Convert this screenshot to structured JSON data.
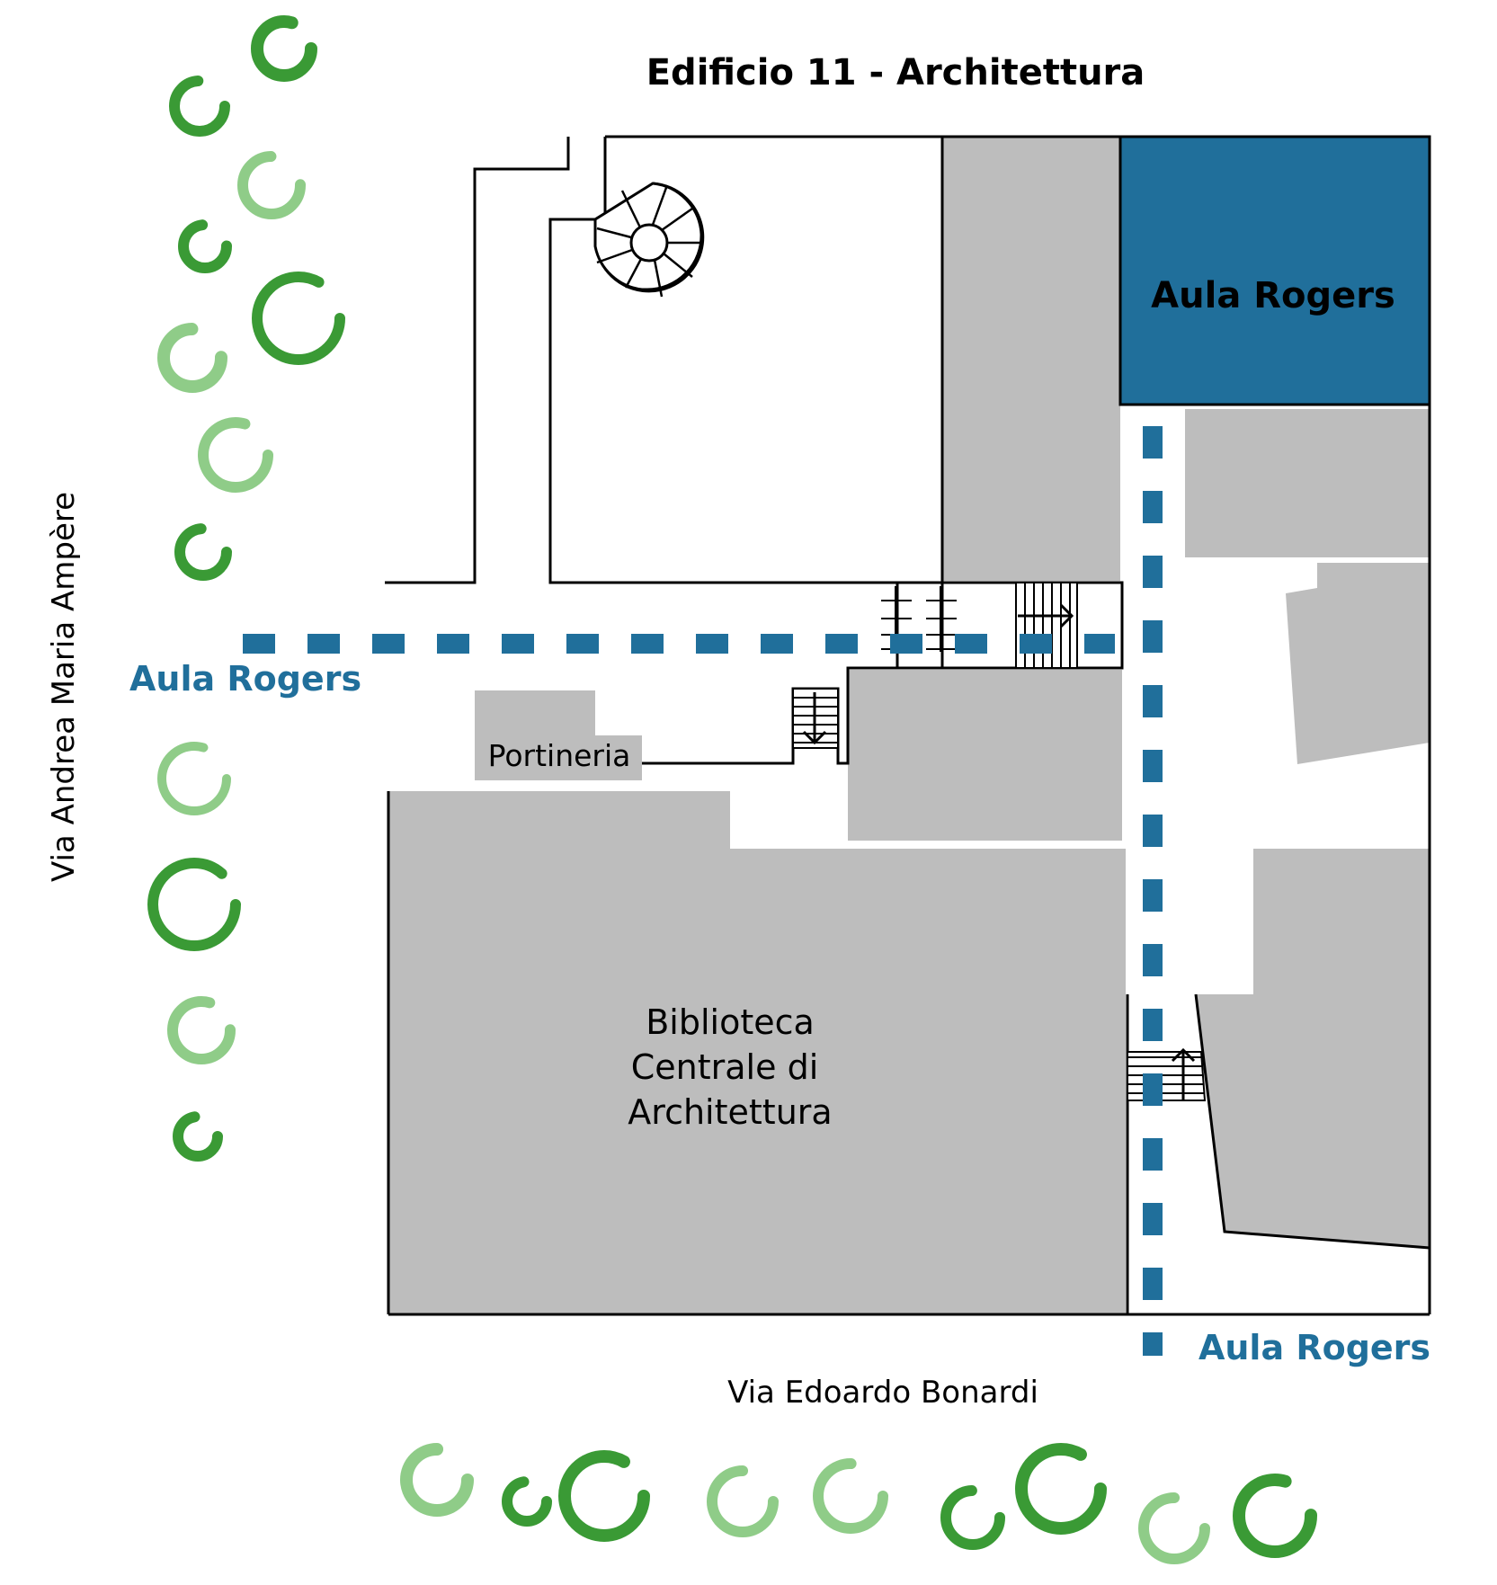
{
  "map": {
    "title": "Edificio 11 - Architettura",
    "highlight_room": "Aula Rogers",
    "route_label_west": "Aula Rogers",
    "route_label_south": "Aula Rogers",
    "portineria": "Portineria",
    "library": [
      "Biblioteca",
      "Centrale di",
      "Architettura"
    ],
    "street_west": "Via Andrea Maria Ampère",
    "street_south": "Via Edoardo Bonardi"
  },
  "colors": {
    "highlight": "#206f9b",
    "route": "#206f9b",
    "building_gray": "#bdbdbd",
    "tree_dark": "#3a9a35",
    "tree_light": "#8fcc88",
    "outline": "#000000"
  },
  "icons": {
    "tree": "tree-ring-icon",
    "spiral_stairs": "spiral-staircase-icon",
    "stairs_arrow": "stairs-direction-arrow-icon"
  }
}
